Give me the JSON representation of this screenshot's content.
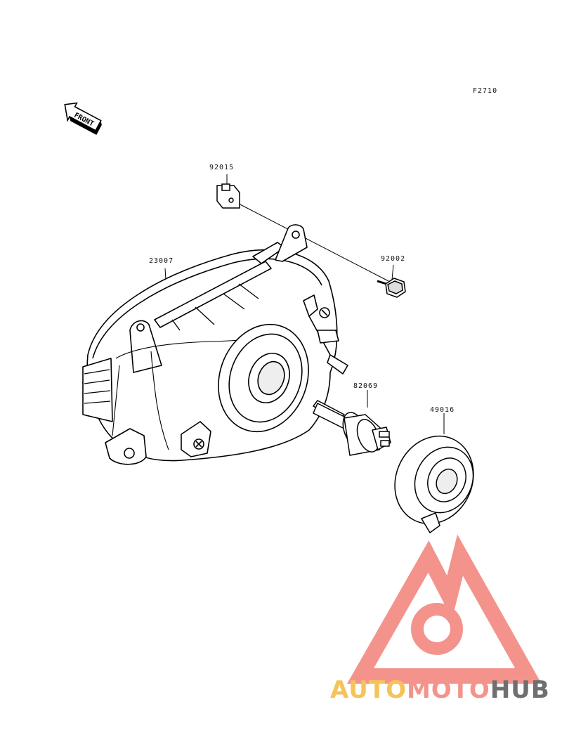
{
  "figure_code": "F2710",
  "front_label": "FRONT",
  "parts": [
    {
      "number": "92015"
    },
    {
      "number": "23007"
    },
    {
      "number": "92002"
    },
    {
      "number": "82069"
    },
    {
      "number": "49016"
    }
  ],
  "watermark": {
    "part1": "AUTO",
    "part2": "MOTO",
    "part3": "HUB",
    "color1": "#f5c35a",
    "color2": "#f4938c",
    "color3": "#6f6f6f",
    "logo_color": "#f4938c"
  }
}
